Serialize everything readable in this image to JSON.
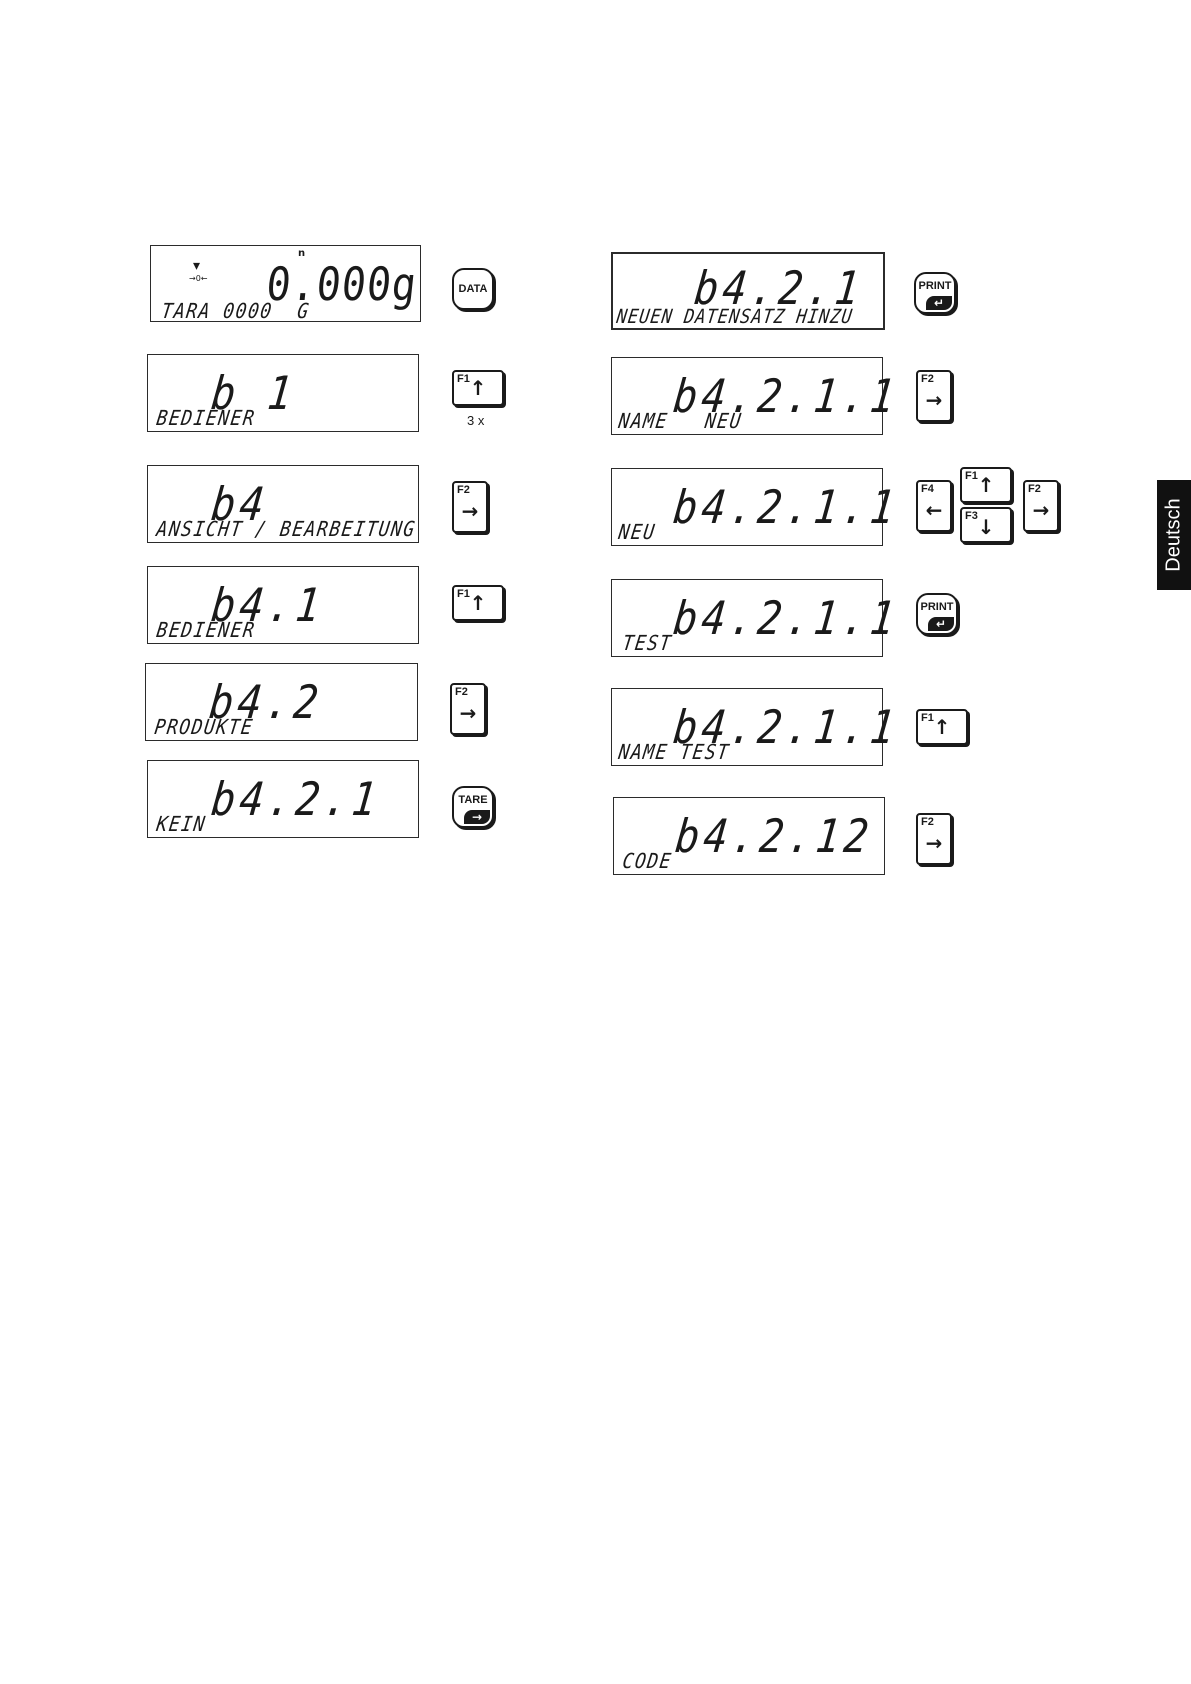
{
  "side_tab": "Deutsch",
  "left_column": [
    {
      "main": "0.000g",
      "sub": "TARA 0000  G",
      "key": "DATA",
      "key_caption": ""
    },
    {
      "main": "b 1",
      "sub": "BEDIENER",
      "key": "F1 ↑",
      "key_caption": "3 x"
    },
    {
      "main": "b4",
      "sub": "ANSICHT / BEARBEITUNG",
      "key": "F2 →",
      "key_caption": ""
    },
    {
      "main": "b4.1",
      "sub": "BEDIENER",
      "key": "F1 ↑",
      "key_caption": ""
    },
    {
      "main": "b4.2",
      "sub": "PRODUKTE",
      "key": "F2 →",
      "key_caption": ""
    },
    {
      "main": "b4.2.1",
      "sub": "KEIN",
      "key": "TARE",
      "key_caption": ""
    }
  ],
  "right_column": [
    {
      "main": "b4.2.1",
      "sub": "NEUEN DATENSATZ HINZU",
      "key": "PRINT"
    },
    {
      "main": "b4.2.1.1",
      "sub": "NAME   NEU",
      "key": "F2 →"
    },
    {
      "main": "b4.2.1.1",
      "sub": "NEU",
      "key": "F4 ← / F1 ↑ / F3 ↓ / F2 →"
    },
    {
      "main": "b4.2.1.1",
      "sub": "TEST",
      "key": "PRINT"
    },
    {
      "main": "b4.2.1.1",
      "sub": "NAME TEST",
      "key": "F1 ↑"
    },
    {
      "main": "b4.2.12",
      "sub": "CODE",
      "key": "F2 →"
    }
  ],
  "keys": {
    "data": "DATA",
    "print": "PRINT",
    "tare": "TARE",
    "f1": "F1",
    "f2": "F2",
    "f3": "F3",
    "f4": "F4",
    "up": "↑",
    "down": "↓",
    "right": "→",
    "left": "←",
    "enter": "↵"
  },
  "icons": {
    "stability": "▾",
    "zero": "→0←",
    "net": "n"
  }
}
